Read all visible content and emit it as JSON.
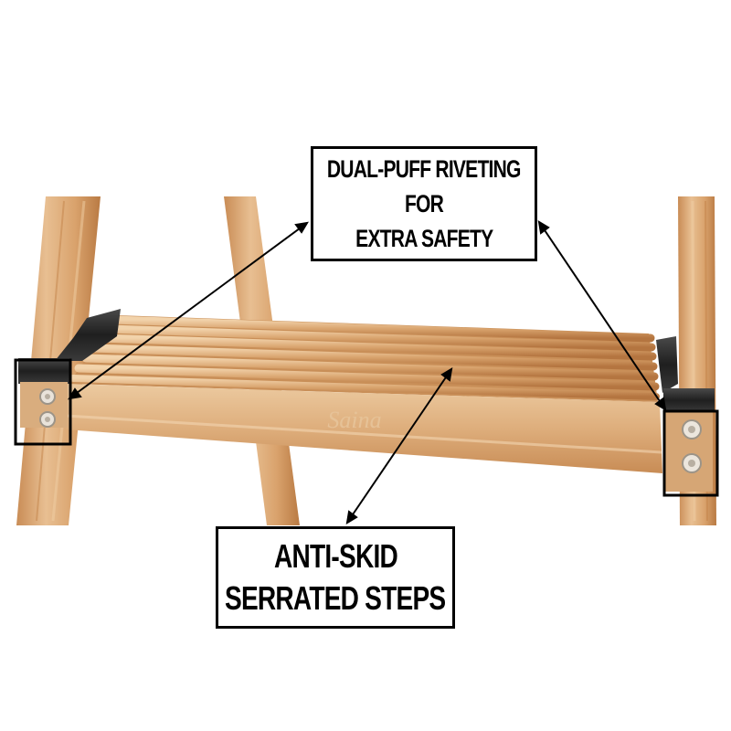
{
  "callouts": {
    "riveting": {
      "lines": [
        "DUAL-PUFF RIVETING",
        "FOR",
        "EXTRA SAFETY"
      ]
    },
    "steps": {
      "lines": [
        "ANTI-SKID",
        "SERRATED STEPS"
      ]
    }
  },
  "brand_mark": "Saina",
  "colors": {
    "wood_light": "#e6b98a",
    "wood_mid": "#d39a63",
    "wood_dark": "#b5743e",
    "bracket": "#2a2a2a",
    "highlight_box": "#000000"
  }
}
